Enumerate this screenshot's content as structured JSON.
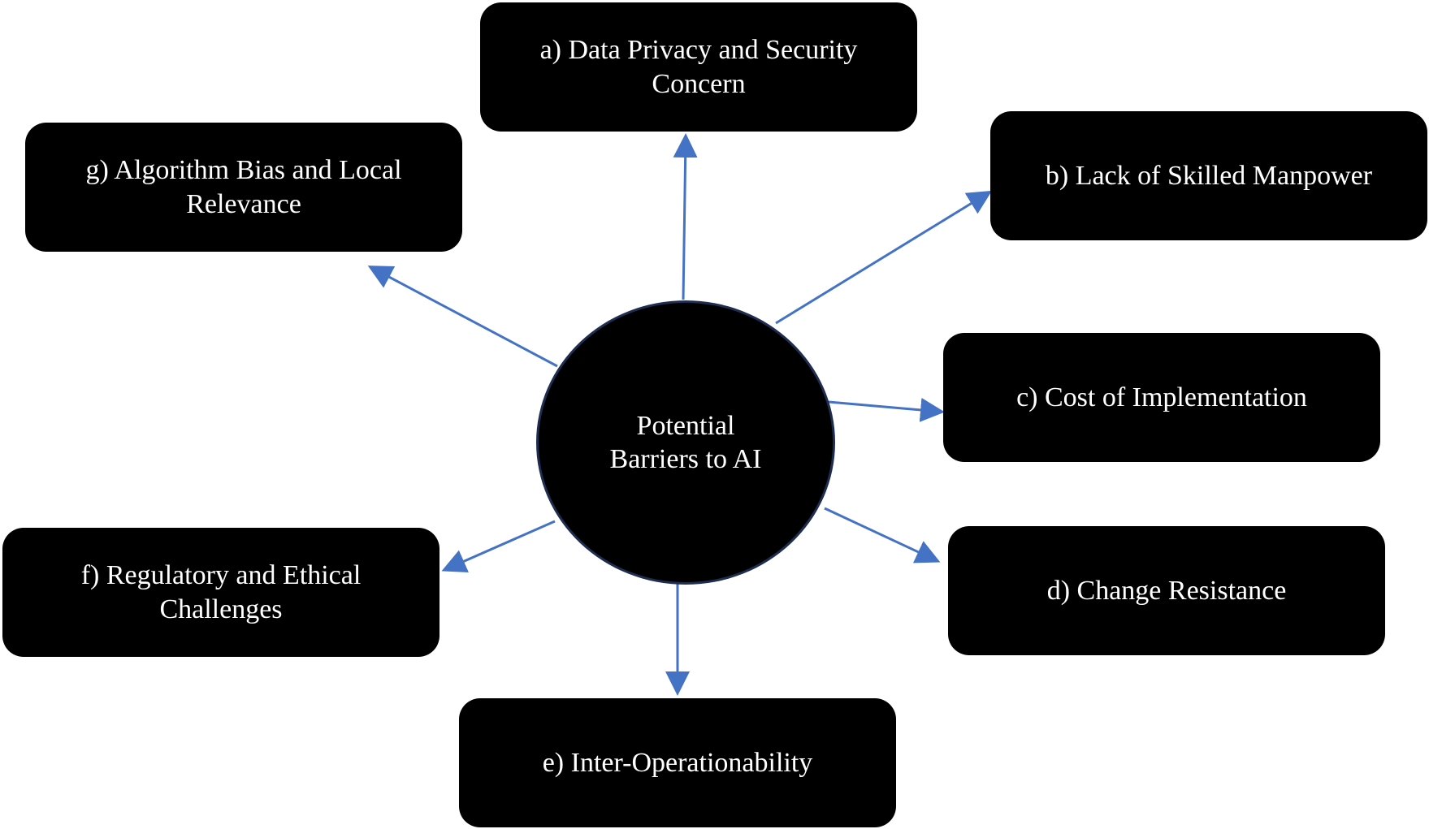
{
  "hub": {
    "label": "Potential Barriers to AI"
  },
  "barriers": [
    {
      "id": "a",
      "label": "a) Data Privacy and Security Concern"
    },
    {
      "id": "b",
      "label": "b) Lack of Skilled Manpower"
    },
    {
      "id": "c",
      "label": "c) Cost of Implementation"
    },
    {
      "id": "d",
      "label": "d) Change Resistance"
    },
    {
      "id": "e",
      "label": "e) Inter-Operationability"
    },
    {
      "id": "f",
      "label": "f) Regulatory and Ethical Challenges"
    },
    {
      "id": "g",
      "label": "g) Algorithm Bias and Local Relevance"
    }
  ],
  "colors": {
    "box_fill": "#000000",
    "text": "#ffffff",
    "arrow": "#4472c4",
    "hub_border": "#1f2d50",
    "background": "#ffffff"
  }
}
